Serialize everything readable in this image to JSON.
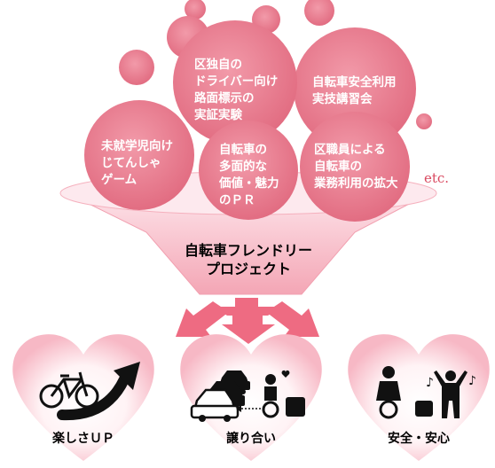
{
  "bubbles": [
    {
      "id": "driver-signs",
      "text": "区独自の\nドライバー向け\n路面標示の\n実証実験"
    },
    {
      "id": "safety-course",
      "text": "自転車安全利用\n実技講習会"
    },
    {
      "id": "kids-game",
      "text": "未就学児向け\nじてんしゃ\nゲーム"
    },
    {
      "id": "value-pr",
      "text": "自転車の\n多面的な\n価値・魅力\nのＰＲ"
    },
    {
      "id": "staff-use",
      "text": "区職員による\n自転車の\n業務利用の拡大"
    }
  ],
  "etc_label": "etc.",
  "funnel_title": "自転車フレンドリー\nプロジェクト",
  "outcomes": [
    {
      "label": "楽しさＵＰ",
      "icon": "bicycle-arrow-icon"
    },
    {
      "label": "譲り合い",
      "icon": "cars-and-cyclist-icon"
    },
    {
      "label": "安全・安心",
      "icon": "cyclist-and-pedestrian-icon"
    }
  ],
  "colors": {
    "bubble": "#e8788b",
    "bubble_dark": "#d24f66",
    "funnel_top": "#fde7ec",
    "funnel": "#f7b6c2",
    "arrow": "#ee6b82",
    "heart": "#fbd3dc",
    "heart_center": "#ffffff",
    "etc_text": "#d9485f"
  }
}
